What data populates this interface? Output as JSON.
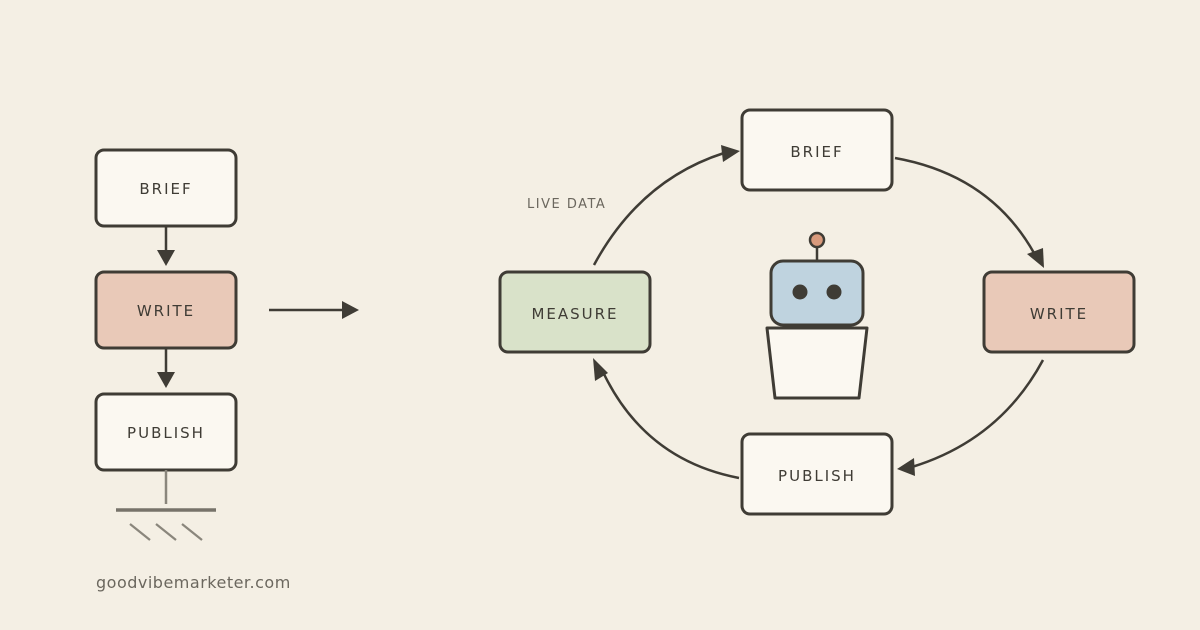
{
  "linear_flow": {
    "steps": [
      "BRIEF",
      "WRITE",
      "PUBLISH"
    ]
  },
  "loop_flow": {
    "steps": [
      "BRIEF",
      "WRITE",
      "PUBLISH",
      "MEASURE"
    ],
    "annotation": "LIVE DATA"
  },
  "footer": {
    "site": "goodvibemarketer.com"
  },
  "colors": {
    "background": "#f4efe4",
    "box_default": "#fbf8f1",
    "write_box": "#e9c9b8",
    "measure_box": "#d9e2c9",
    "robot_head": "#bfd3df",
    "robot_antenna": "#d99a7c",
    "ink": "#3f3c35"
  },
  "icons": {
    "center": "robot-at-podium-icon",
    "ground": "ground-icon"
  }
}
